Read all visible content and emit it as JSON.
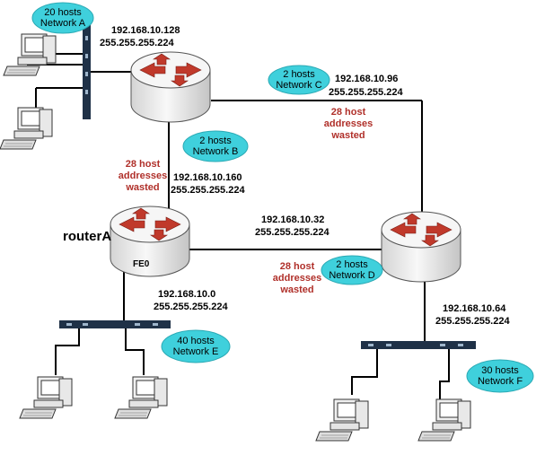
{
  "networks": {
    "a": {
      "hosts": "20 hosts",
      "name": "Network A",
      "ip": "192.168.10.128",
      "mask": "255.255.255.224"
    },
    "b": {
      "hosts": "2 hosts",
      "name": "Network B",
      "ip": "192.168.10.160",
      "mask": "255.255.255.224"
    },
    "c": {
      "hosts": "2 hosts",
      "name": "Network C",
      "ip": "192.168.10.96",
      "mask": "255.255.255.224"
    },
    "d": {
      "hosts": "2 hosts",
      "name": "Network D",
      "ip": "192.168.10.32",
      "mask": "255.255.255.224"
    },
    "e": {
      "hosts": "40 hosts",
      "name": "Network E",
      "ip": "192.168.10.0",
      "mask": "255.255.255.224"
    },
    "f": {
      "hosts": "30 hosts",
      "name": "Network F",
      "ip": "192.168.10.64",
      "mask": "255.255.255.224"
    }
  },
  "wasted": {
    "line1": "28 host",
    "line2": "addresses",
    "line3": "wasted"
  },
  "router_a": {
    "name": "routerA",
    "interface": "FE0"
  },
  "colors": {
    "cloud": "#3fd0dc",
    "router_body": "#ececec",
    "arrow": "#c0392b",
    "wasted_text": "#b0302a"
  }
}
